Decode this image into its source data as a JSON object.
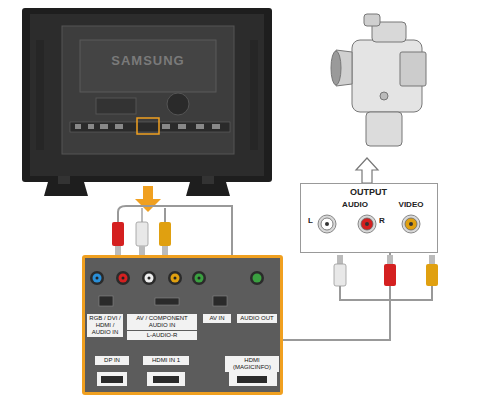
{
  "diagram": {
    "nodes": [
      {
        "text": [
          "OUTPUT",
          "AUDIO",
          "VIDEO",
          "L",
          "R"
        ]
      },
      {
        "text": [
          "RGB / DVI / HDMI / AUDIO IN",
          "AV / COMPONENT AUDIO IN",
          "L-AUDIO-R",
          "AV IN",
          "AUDIO OUT",
          "DP IN",
          "HDMI IN 1",
          "HDMI (MAGICINFO)"
        ]
      }
    ],
    "edges": [
      {
        "from": 1,
        "to": 0,
        "arrow": "none"
      }
    ],
    "labels": [
      "SAMSUNG"
    ]
  }
}
